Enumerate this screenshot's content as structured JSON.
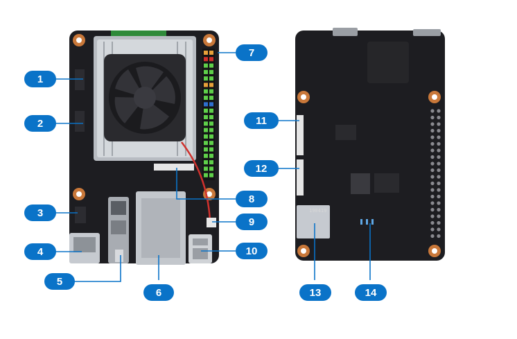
{
  "callouts": [
    {
      "label": "1"
    },
    {
      "label": "2"
    },
    {
      "label": "3"
    },
    {
      "label": "4"
    },
    {
      "label": "5"
    },
    {
      "label": "6"
    },
    {
      "label": "7"
    },
    {
      "label": "8"
    },
    {
      "label": "9"
    },
    {
      "label": "10"
    },
    {
      "label": "11"
    },
    {
      "label": "12"
    },
    {
      "label": "13"
    },
    {
      "label": "14"
    }
  ],
  "colors": {
    "badge": "#0a73c8",
    "pcb": "#1d1d21",
    "heatsink": "#c9cdd2",
    "fan": "#232326",
    "gpio_green": "#5fd04a",
    "mount_ring": "#c9783a",
    "leader_line": "#0a73c8"
  },
  "board_text": {
    "sd_label": "190419"
  }
}
